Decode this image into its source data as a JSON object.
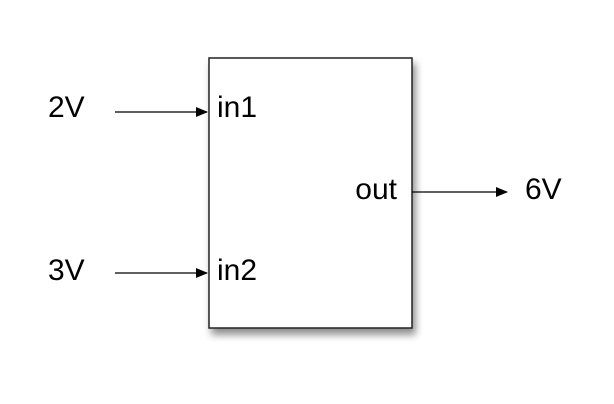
{
  "block": {
    "inputs": [
      {
        "port": "in1",
        "value": "2V"
      },
      {
        "port": "in2",
        "value": "3V"
      }
    ],
    "output": {
      "port": "out",
      "value": "6V"
    }
  },
  "colors": {
    "background": "#ffffff",
    "block_fill": "#ffffff",
    "block_stroke": "#222222",
    "shadow": "#000000",
    "arrow": "#000000",
    "text": "#000000"
  }
}
